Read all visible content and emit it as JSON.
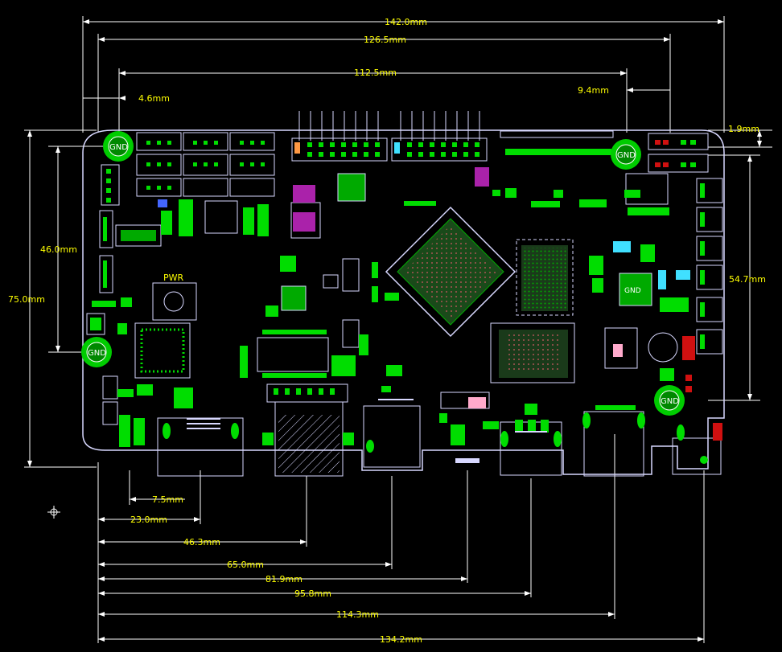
{
  "colors": {
    "background": "#000000",
    "dimension": "#ffffff",
    "dimension_text": "#ffff00",
    "board_outline": "#d8d8ff",
    "pad": "#00dd00",
    "label": "#ffff00",
    "mount_hole": "#00cc00",
    "accent_magenta": "#ff40ff",
    "accent_cyan": "#40e0ff",
    "accent_red": "#d01010"
  },
  "top_dims": {
    "d1": "142.0mm",
    "d2": "126.5mm",
    "d3": "112.5mm",
    "d4": "4.6mm",
    "d5": "9.4mm",
    "d6": "1.9mm"
  },
  "side_dims": {
    "left_outer": "75.0mm",
    "left_inner": "46.0mm",
    "right": "54.7mm"
  },
  "bottom_dims": {
    "b1": "7.5mm",
    "b2": "23.0mm",
    "b3": "46.3mm",
    "b4": "65.0mm",
    "b5": "81.9mm",
    "b6": "95.8mm",
    "b7": "114.3mm",
    "b8": "134.2mm"
  },
  "board_labels": {
    "gnd": "GND",
    "pwr": "PWR"
  }
}
